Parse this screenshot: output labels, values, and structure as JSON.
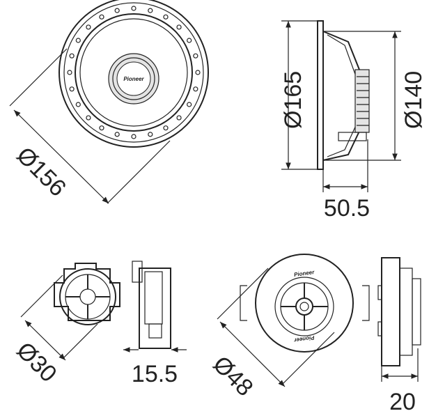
{
  "brand": "Pioneer",
  "woofer": {
    "front_diameter_label": "Ø156",
    "frame_diameter_label": "Ø165",
    "cone_diameter_label": "Ø140",
    "depth_label": "50.5"
  },
  "tweeter_small": {
    "diameter_label": "Ø30",
    "depth_label": "15.5"
  },
  "tweeter_large": {
    "diameter_label": "Ø48",
    "depth_label": "20"
  }
}
